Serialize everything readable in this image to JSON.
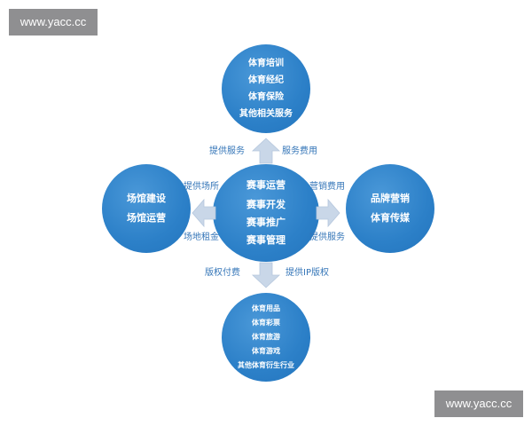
{
  "watermark": {
    "top_text": "www.yacc.cc",
    "bottom_text": "www.yacc.cc"
  },
  "center": {
    "title": "赛事运营",
    "items": [
      "赛事开发",
      "赛事推广",
      "赛事管理"
    ]
  },
  "top": {
    "items": [
      "体育培训",
      "体育经纪",
      "体育保险",
      "其他相关服务"
    ]
  },
  "left": {
    "items": [
      "场馆建设",
      "场馆运营"
    ]
  },
  "right": {
    "items": [
      "品牌营销",
      "体育传媒"
    ]
  },
  "bottom": {
    "items": [
      "体育用品",
      "体育彩票",
      "体育旅游",
      "体育游戏",
      "其他体育衍生行业"
    ]
  },
  "labels": {
    "top_left": "提供服务",
    "top_right": "服务费用",
    "left_top": "提供场所",
    "left_bottom": "场地租金",
    "right_top": "营销费用",
    "right_bottom": "提供服务",
    "bottom_left": "版权付费",
    "bottom_right": "提供IP版权"
  },
  "colors": {
    "circle": "#2c80c8",
    "label_text": "#3576b8",
    "arrow": "#c9d7e8",
    "watermark_bg": "#8f8f91"
  },
  "icons": {
    "arrow_up": "arrow-up-icon",
    "arrow_down": "arrow-down-icon",
    "arrow_left": "arrow-left-icon",
    "arrow_right": "arrow-right-icon"
  }
}
